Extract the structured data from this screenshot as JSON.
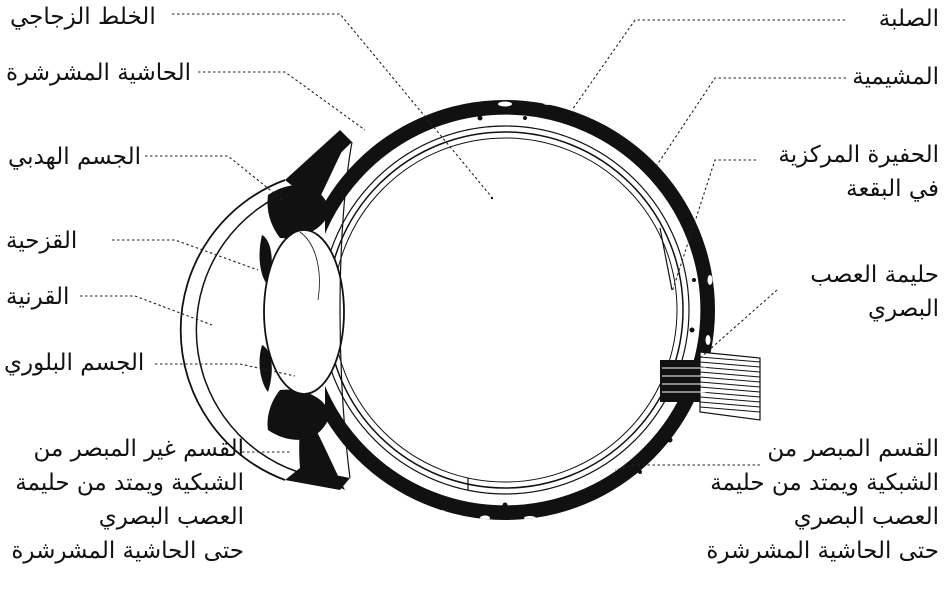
{
  "labels": {
    "vitreous_humor": "الخلط الزجاجي",
    "ora_serrata": "الحاشية المشرشرة",
    "ciliary_body": "الجسم الهدبي",
    "iris": "القزحية",
    "cornea": "القرنية",
    "lens": "الجسم البلوري",
    "non_sensory_retina": "القسم غير المبصر من\nالشبكية ويمتد من حليمة\nالعصب البصري\nحتى الحاشية المشرشرة",
    "sclera": "الصلبة",
    "choroid": "المشيمية",
    "fovea": "الحفيرة المركزية\nفي البقعة",
    "optic_disc": "حليمة العصب\nالبصري",
    "sensory_retina": "القسم المبصر من\nالشبكية ويمتد من حليمة\nالعصب البصري\nحتى الحاشية المشرشرة"
  },
  "colors": {
    "ink": "#111111",
    "background": "#ffffff",
    "leader": "#222222"
  },
  "icons": {
    "diagram": "eye-cross-section"
  }
}
